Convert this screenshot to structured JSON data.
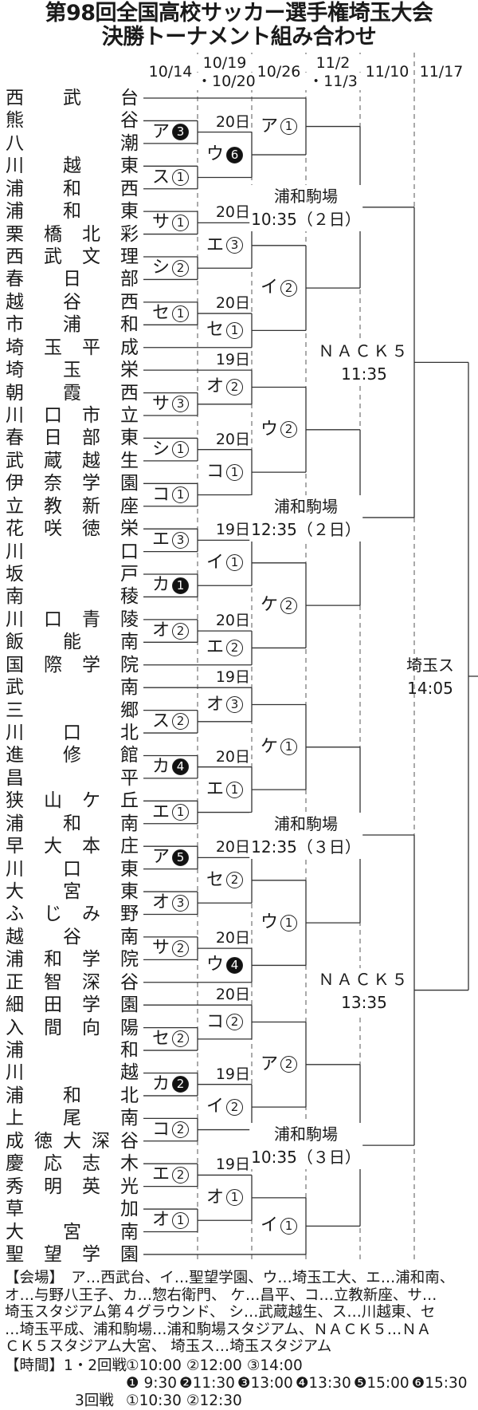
{
  "title": [
    "第98回全国高校サッカー選手権埼玉大会",
    "決勝トーナメント組み合わせ"
  ],
  "round_dates": [
    [
      "10/14"
    ],
    [
      "10/19",
      "・10/20"
    ],
    [
      "10/26"
    ],
    [
      "11/2",
      "・11/3"
    ],
    [
      "11/10"
    ],
    [
      "11/17"
    ]
  ],
  "teams": [
    "西武台",
    "熊谷",
    "八潮",
    "川越東",
    "浦和西",
    "浦和東",
    "栗橋北彩",
    "西武文理",
    "春日部",
    "越谷西",
    "市浦和",
    "埼玉平成",
    "埼玉栄",
    "朝霞西",
    "川口市立",
    "春日部東",
    "武蔵越生",
    "伊奈学園",
    "立教新座",
    "花咲徳栄",
    "川口",
    "坂戸",
    "南稜",
    "川口青陵",
    "飯能南",
    "国際学院",
    "武南",
    "三郷",
    "川口北",
    "進修館",
    "昌平",
    "狭山ケ丘",
    "浦和南",
    "早大本庄",
    "川口東",
    "大宮東",
    "ふじみ野",
    "越谷南",
    "浦和学院",
    "正智深谷",
    "細田学園",
    "入間向陽",
    "浦和",
    "川越",
    "浦和北",
    "上尾南",
    "成徳大深谷",
    "慶応志木",
    "秀明英光",
    "草加",
    "大宮南",
    "聖望学園"
  ],
  "bracket": {
    "round": 6,
    "venue": "埼玉ス",
    "time": "14:05",
    "a": {
      "round": 5,
      "venue": "ＮＡＣＫ５",
      "time": "11:35",
      "a": {
        "round": 4,
        "venue": "浦和駒場",
        "time": "10:35（２日）",
        "a": {
          "round": 3,
          "site": "ア",
          "num": "1",
          "filled": false,
          "a": 0,
          "b": {
            "round": 2,
            "day": "20日",
            "site": "ウ",
            "num": "6",
            "filled": true,
            "a": {
              "round": 1,
              "site": "ア",
              "num": "3",
              "filled": true,
              "a": 1,
              "b": 2
            },
            "b": {
              "round": 1,
              "site": "ス",
              "num": "1",
              "filled": false,
              "a": 3,
              "b": 4
            }
          }
        },
        "b": {
          "round": 3,
          "site": "イ",
          "num": "2",
          "filled": false,
          "a": {
            "round": 2,
            "day": "20日",
            "site": "エ",
            "num": "3",
            "filled": false,
            "a": {
              "round": 1,
              "site": "サ",
              "num": "1",
              "filled": false,
              "a": 5,
              "b": 6
            },
            "b": {
              "round": 1,
              "site": "シ",
              "num": "2",
              "filled": false,
              "a": 7,
              "b": 8
            }
          },
          "b": {
            "round": 2,
            "day": "20日",
            "site": "セ",
            "num": "1",
            "filled": false,
            "a": {
              "round": 1,
              "site": "セ",
              "num": "1",
              "filled": false,
              "a": 9,
              "b": 10
            },
            "b": 11
          }
        }
      },
      "b": {
        "round": 4,
        "venue": "浦和駒場",
        "time": "12:35（２日）",
        "a": {
          "round": 3,
          "site": "ウ",
          "num": "2",
          "filled": false,
          "a": {
            "round": 2,
            "day": "19日",
            "site": "オ",
            "num": "2",
            "filled": false,
            "a": 12,
            "b": {
              "round": 1,
              "site": "サ",
              "num": "3",
              "filled": false,
              "a": 13,
              "b": 14
            }
          },
          "b": {
            "round": 2,
            "day": "20日",
            "site": "コ",
            "num": "1",
            "filled": false,
            "a": {
              "round": 1,
              "site": "シ",
              "num": "1",
              "filled": false,
              "a": 15,
              "b": 16
            },
            "b": {
              "round": 1,
              "site": "コ",
              "num": "1",
              "filled": false,
              "a": 17,
              "b": 18
            }
          }
        },
        "b": {
          "round": 3,
          "site": "ケ",
          "num": "2",
          "filled": false,
          "a": {
            "round": 2,
            "day": "19日",
            "site": "イ",
            "num": "1",
            "filled": false,
            "a": {
              "round": 1,
              "site": "エ",
              "num": "3",
              "filled": false,
              "a": 19,
              "b": 20
            },
            "b": {
              "round": 1,
              "site": "カ",
              "num": "1",
              "filled": true,
              "a": 21,
              "b": 22
            }
          },
          "b": {
            "round": 2,
            "day": "20日",
            "site": "エ",
            "num": "2",
            "filled": false,
            "a": {
              "round": 1,
              "site": "オ",
              "num": "2",
              "filled": false,
              "a": 23,
              "b": 24
            },
            "b": 25
          }
        }
      }
    },
    "b": {
      "round": 5,
      "venue": "ＮＡＣＫ５",
      "time": "13:35",
      "a": {
        "round": 4,
        "venue": "浦和駒場",
        "time": "12:35（３日）",
        "a": {
          "round": 3,
          "site": "ケ",
          "num": "1",
          "filled": false,
          "a": {
            "round": 2,
            "day": "19日",
            "site": "オ",
            "num": "3",
            "filled": false,
            "a": 26,
            "b": {
              "round": 1,
              "site": "ス",
              "num": "2",
              "filled": false,
              "a": 27,
              "b": 28
            }
          },
          "b": {
            "round": 2,
            "day": "20日",
            "site": "エ",
            "num": "1",
            "filled": false,
            "a": {
              "round": 1,
              "site": "カ",
              "num": "4",
              "filled": true,
              "a": 29,
              "b": 30
            },
            "b": {
              "round": 1,
              "site": "エ",
              "num": "1",
              "filled": false,
              "a": 31,
              "b": 32
            }
          }
        },
        "b": {
          "round": 3,
          "site": "ウ",
          "num": "1",
          "filled": false,
          "a": {
            "round": 2,
            "day": "20日",
            "site": "セ",
            "num": "2",
            "filled": false,
            "a": {
              "round": 1,
              "site": "ア",
              "num": "5",
              "filled": true,
              "a": 33,
              "b": 34
            },
            "b": {
              "round": 1,
              "site": "オ",
              "num": "3",
              "filled": false,
              "a": 35,
              "b": 36
            }
          },
          "b": {
            "round": 2,
            "day": "20日",
            "site": "ウ",
            "num": "4",
            "filled": true,
            "a": {
              "round": 1,
              "site": "サ",
              "num": "2",
              "filled": false,
              "a": 37,
              "b": 38
            },
            "b": 39
          }
        }
      },
      "b": {
        "round": 4,
        "venue": "浦和駒場",
        "time": "10:35（３日）",
        "a": {
          "round": 3,
          "site": "ア",
          "num": "2",
          "filled": false,
          "a": {
            "round": 2,
            "day": "20日",
            "site": "コ",
            "num": "2",
            "filled": false,
            "a": 40,
            "b": {
              "round": 1,
              "site": "セ",
              "num": "2",
              "filled": false,
              "a": 41,
              "b": 42
            }
          },
          "b": {
            "round": 2,
            "day": "19日",
            "site": "イ",
            "num": "2",
            "filled": false,
            "a": {
              "round": 1,
              "site": "カ",
              "num": "2",
              "filled": true,
              "a": 43,
              "b": 44
            },
            "b": {
              "round": 1,
              "site": "コ",
              "num": "2",
              "filled": false,
              "a": 45,
              "b": 46
            }
          }
        },
        "b": {
          "round": 3,
          "site": "イ",
          "num": "1",
          "filled": false,
          "a": {
            "round": 2,
            "day": "19日",
            "site": "オ",
            "num": "1",
            "filled": false,
            "a": {
              "round": 1,
              "site": "エ",
              "num": "2",
              "filled": false,
              "a": 47,
              "b": 48
            },
            "b": {
              "round": 1,
              "site": "オ",
              "num": "1",
              "filled": false,
              "a": 49,
              "b": 50
            }
          },
          "b": 51
        }
      }
    }
  },
  "legend": {
    "venues": [
      "【会場】　ア…西武台、イ…聖望学園、ウ…埼玉工大、エ…浦和南、",
      "オ…与野八王子、カ…惣右衛門、 ケ…昌平、コ…立教新座、サ…",
      "埼玉スタジアム第４グラウンド、 シ…武蔵越生、ス…川越東、セ",
      "…埼玉平成、浦和駒場…浦和駒場スタジアム、ＮＡＣＫ５…ＮＡ",
      "ＣＫ５スタジアム大宮、 埼玉ス…埼玉スタジアム"
    ],
    "times": {
      "label": "【時間】1・2回戦",
      "round12": [
        "①10:00",
        "②12:00",
        "③14:00"
      ],
      "round12_black": [
        "❶ 9:30",
        "❷11:30",
        "❸13:00",
        "❹13:30",
        "❺15:00",
        "❻15:30"
      ],
      "round3_label": "3回戦",
      "round3": [
        "①10:30",
        "②12:30"
      ]
    }
  }
}
